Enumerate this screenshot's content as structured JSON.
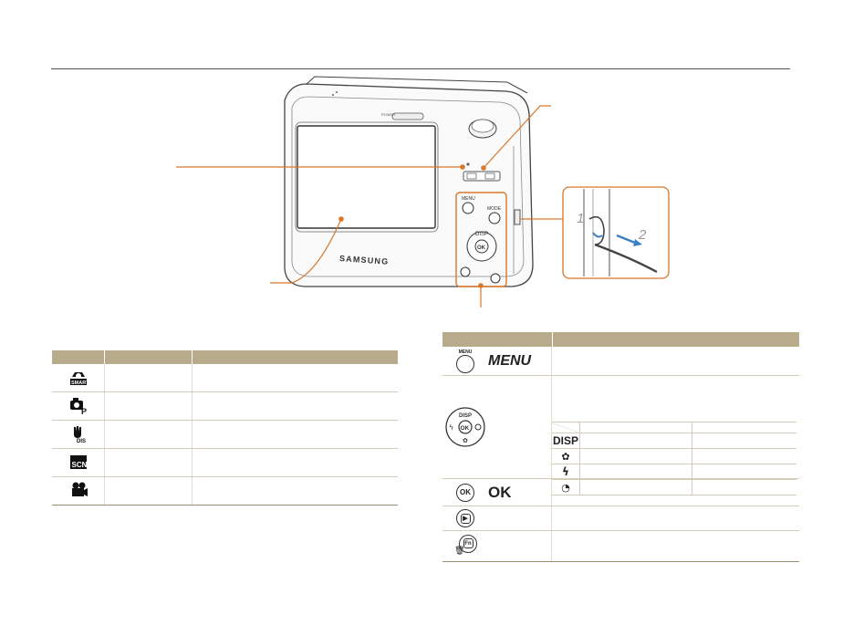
{
  "camera": {
    "brand": "SAMSUNG",
    "labels": {
      "menu": "MENU",
      "mode": "MODE",
      "disp": "DISP",
      "ok": "OK",
      "power": "POWER",
      "step1": "1",
      "step2": "2"
    }
  },
  "mode_table": {
    "rows": [
      {
        "icon": "smart-auto-icon"
      },
      {
        "icon": "program-icon"
      },
      {
        "icon": "dual-is-icon"
      },
      {
        "icon": "scene-icon"
      },
      {
        "icon": "movie-icon"
      }
    ]
  },
  "button_table": {
    "menu_label": "MENU",
    "ok_label": "OK",
    "nav_labels": {
      "disp": "DISP"
    },
    "nav_subrows": [
      {
        "key": "DISP",
        "icon": "disp-text"
      },
      {
        "key": "",
        "icon": "macro-icon"
      },
      {
        "key": "",
        "icon": "flash-icon"
      },
      {
        "key": "",
        "icon": "timer-icon"
      }
    ]
  },
  "colors": {
    "accent": "#d9772a",
    "header": "#b7ab8b",
    "arrow_blue": "#3b7fc4"
  }
}
